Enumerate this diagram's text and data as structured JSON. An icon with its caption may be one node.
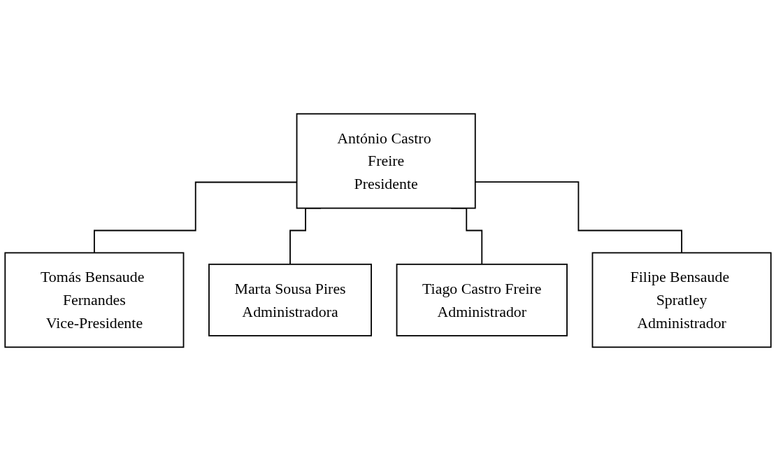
{
  "diagram": {
    "nodes": [
      {
        "text": [
          "António Castro Freire",
          "Presidente"
        ]
      },
      {
        "text": [
          "Tomás Bensaude Fernandes",
          "Vice-Presidente"
        ]
      },
      {
        "text": [
          "Marta Sousa Pires",
          "Administradora"
        ]
      },
      {
        "text": [
          "Tiago Castro Freire",
          "Administrador"
        ]
      },
      {
        "text": [
          "Filipe Bensaude Spratley",
          "Administrador"
        ]
      }
    ],
    "edges": [
      {
        "from": 0,
        "to": 1,
        "arrow": "none"
      },
      {
        "from": 0,
        "to": 2,
        "arrow": "none"
      },
      {
        "from": 0,
        "to": 3,
        "arrow": "none"
      },
      {
        "from": 0,
        "to": 4,
        "arrow": "none"
      }
    ]
  }
}
